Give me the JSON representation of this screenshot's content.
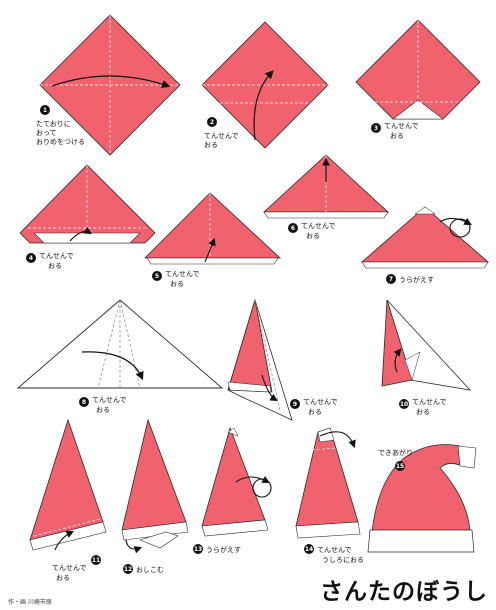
{
  "title": "さんたのぼうし",
  "credit": "作・画 川崎市原",
  "colors": {
    "paper": "#f0636e",
    "paper_edge": "#2a2a2a",
    "white_fold": "#ffffff",
    "marker": "#111111"
  },
  "steps": [
    {
      "num": "1",
      "lines": [
        "たておりに",
        "おって",
        "おりめをつける"
      ]
    },
    {
      "num": "2",
      "lines": [
        "てんせんで",
        "おる"
      ]
    },
    {
      "num": "3",
      "lines": [
        "てんせんで",
        "おる"
      ]
    },
    {
      "num": "4",
      "lines": [
        "てんせんで",
        "おる"
      ]
    },
    {
      "num": "5",
      "lines": [
        "てんせんで",
        "おる"
      ]
    },
    {
      "num": "6",
      "lines": [
        "てんせんで",
        "おる"
      ]
    },
    {
      "num": "7",
      "lines": [
        "うらがえす"
      ]
    },
    {
      "num": "8",
      "lines": [
        "てんせんで",
        "おる"
      ]
    },
    {
      "num": "9",
      "lines": [
        "てんせんで",
        "おる"
      ]
    },
    {
      "num": "10",
      "lines": [
        "てんせんで",
        "おる"
      ]
    },
    {
      "num": "11",
      "lines": [
        "てんせんで",
        "おる"
      ]
    },
    {
      "num": "12",
      "lines": [
        "おしこむ"
      ]
    },
    {
      "num": "13",
      "lines": [
        "うらがえす"
      ]
    },
    {
      "num": "14",
      "lines": [
        "てんせんで",
        "うしろにおる"
      ]
    },
    {
      "num": "15",
      "lines": [
        "できあがり"
      ]
    }
  ]
}
